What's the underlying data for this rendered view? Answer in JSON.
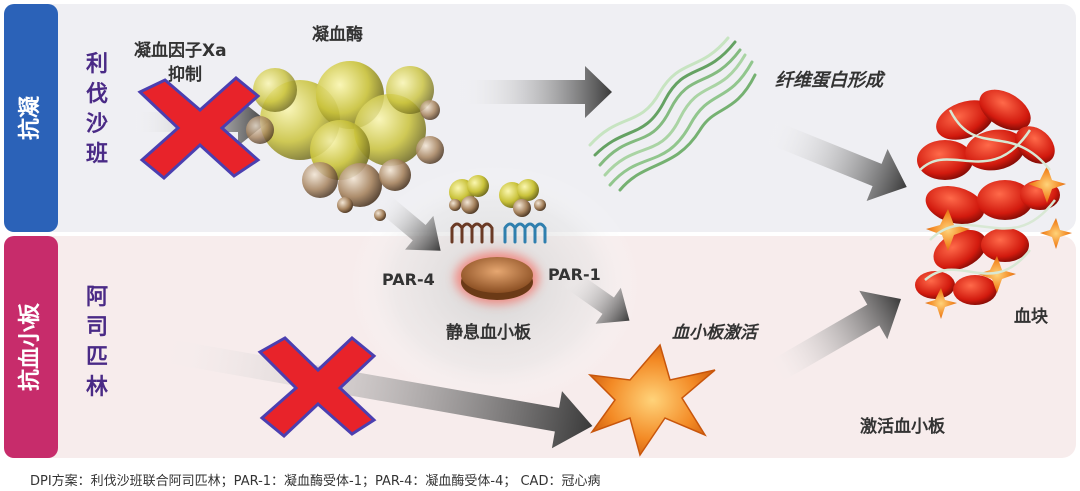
{
  "left_tabs": {
    "anticoag": {
      "label": "抗凝",
      "color": "#2b62b8"
    },
    "antiplatelet": {
      "label": "抗血小板",
      "color": "#c72c6b"
    }
  },
  "drugs": {
    "rivaroxaban": {
      "chars": [
        "利",
        "伐",
        "沙",
        "班"
      ]
    },
    "aspirin": {
      "chars": [
        "阿",
        "司",
        "匹",
        "林"
      ]
    }
  },
  "labels": {
    "fxa_line1": "凝血因子Xa",
    "fxa_line2": "抑制",
    "thrombin": "凝血酶",
    "fibrin": "纤维蛋白形成",
    "par4": "PAR-4",
    "par1": "PAR-1",
    "resting_platelet": "静息血小板",
    "platelet_activation": "血小板激活",
    "activated_platelet": "激活血小板",
    "clot": "血块"
  },
  "footnote": "DPI方案：利伐沙班联合阿司匹林；PAR-1：凝血酶受体-1；PAR-4：凝血酶受体-4； CAD：冠心病",
  "colors": {
    "top_band": "#efeff3",
    "bottom_band": "#f7ecec",
    "drug_text": "#4a2a86",
    "inhibit_x": "#e8232a",
    "arrow": "#4a4a4a"
  }
}
